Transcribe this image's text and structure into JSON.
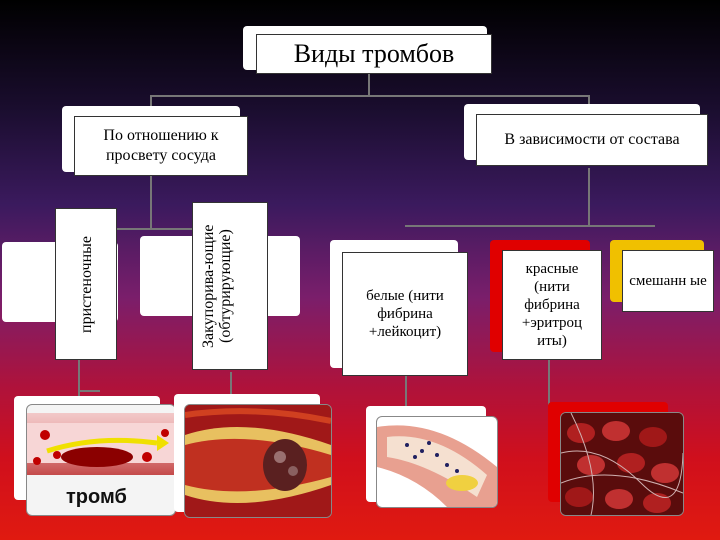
{
  "title": "Виды тромбов",
  "categories": {
    "by_lumen": "По отношению к просвету сосуда",
    "by_composition": "В зависимости от состава"
  },
  "by_lumen_types": {
    "parietal": "пристеночные",
    "occlusive": "Закупорива-ющие (обтурирующие)"
  },
  "by_composition_types": {
    "white": "белые (нити фибрина +лейкоцит)",
    "red": "красные (нити фибрина +эритроц иты)",
    "mixed": "смешанн ые"
  },
  "image_caption": "тромб",
  "colors": {
    "white_accent": "#ffffff",
    "red_accent": "#e00000",
    "yellow_accent": "#f0c000"
  }
}
